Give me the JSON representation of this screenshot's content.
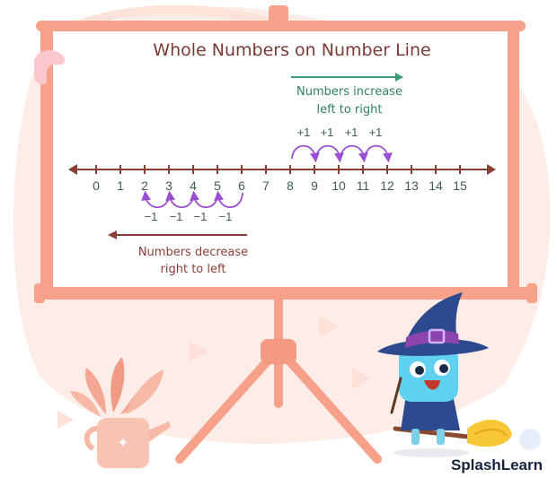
{
  "title": "Whole Numbers on Number Line",
  "number_line": {
    "ticks": [
      "0",
      "1",
      "2",
      "3",
      "4",
      "5",
      "6",
      "7",
      "8",
      "9",
      "10",
      "11",
      "12",
      "13",
      "14",
      "15"
    ]
  },
  "increase": {
    "steps": [
      "+1",
      "+1",
      "+1",
      "+1"
    ],
    "label_line1": "Numbers increase",
    "label_line2": "left to right"
  },
  "decrease": {
    "steps": [
      "−1",
      "−1",
      "−1",
      "−1"
    ],
    "label_line1": "Numbers decrease",
    "label_line2": "right to left"
  },
  "brand": "SplashLearn",
  "colors": {
    "board_frame": "#f7a08a",
    "line": "#8a3f36",
    "hop": "#9a4fd0",
    "increase_arrow": "#3a9f77",
    "decrease_arrow": "#8a3f36",
    "number_text": "#3f5c52"
  }
}
